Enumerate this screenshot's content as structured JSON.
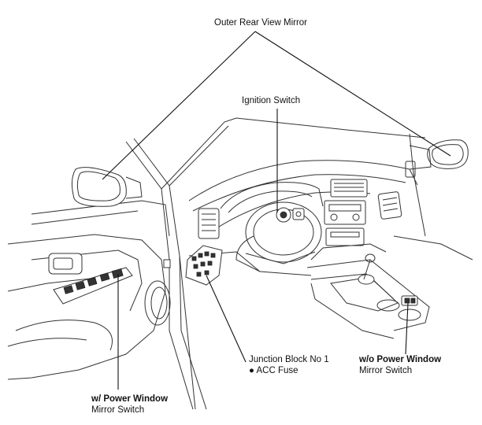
{
  "labels": {
    "outer_mirror": "Outer Rear View Mirror",
    "ignition_switch": "Ignition Switch",
    "junction_block_title": "Junction Block No 1",
    "junction_block_item": "● ACC Fuse",
    "wo_power_window_title": "w/o Power Window",
    "wo_power_window_sub": "Mirror Switch",
    "w_power_window_title": "w/ Power Window",
    "w_power_window_sub": "Mirror Switch"
  }
}
